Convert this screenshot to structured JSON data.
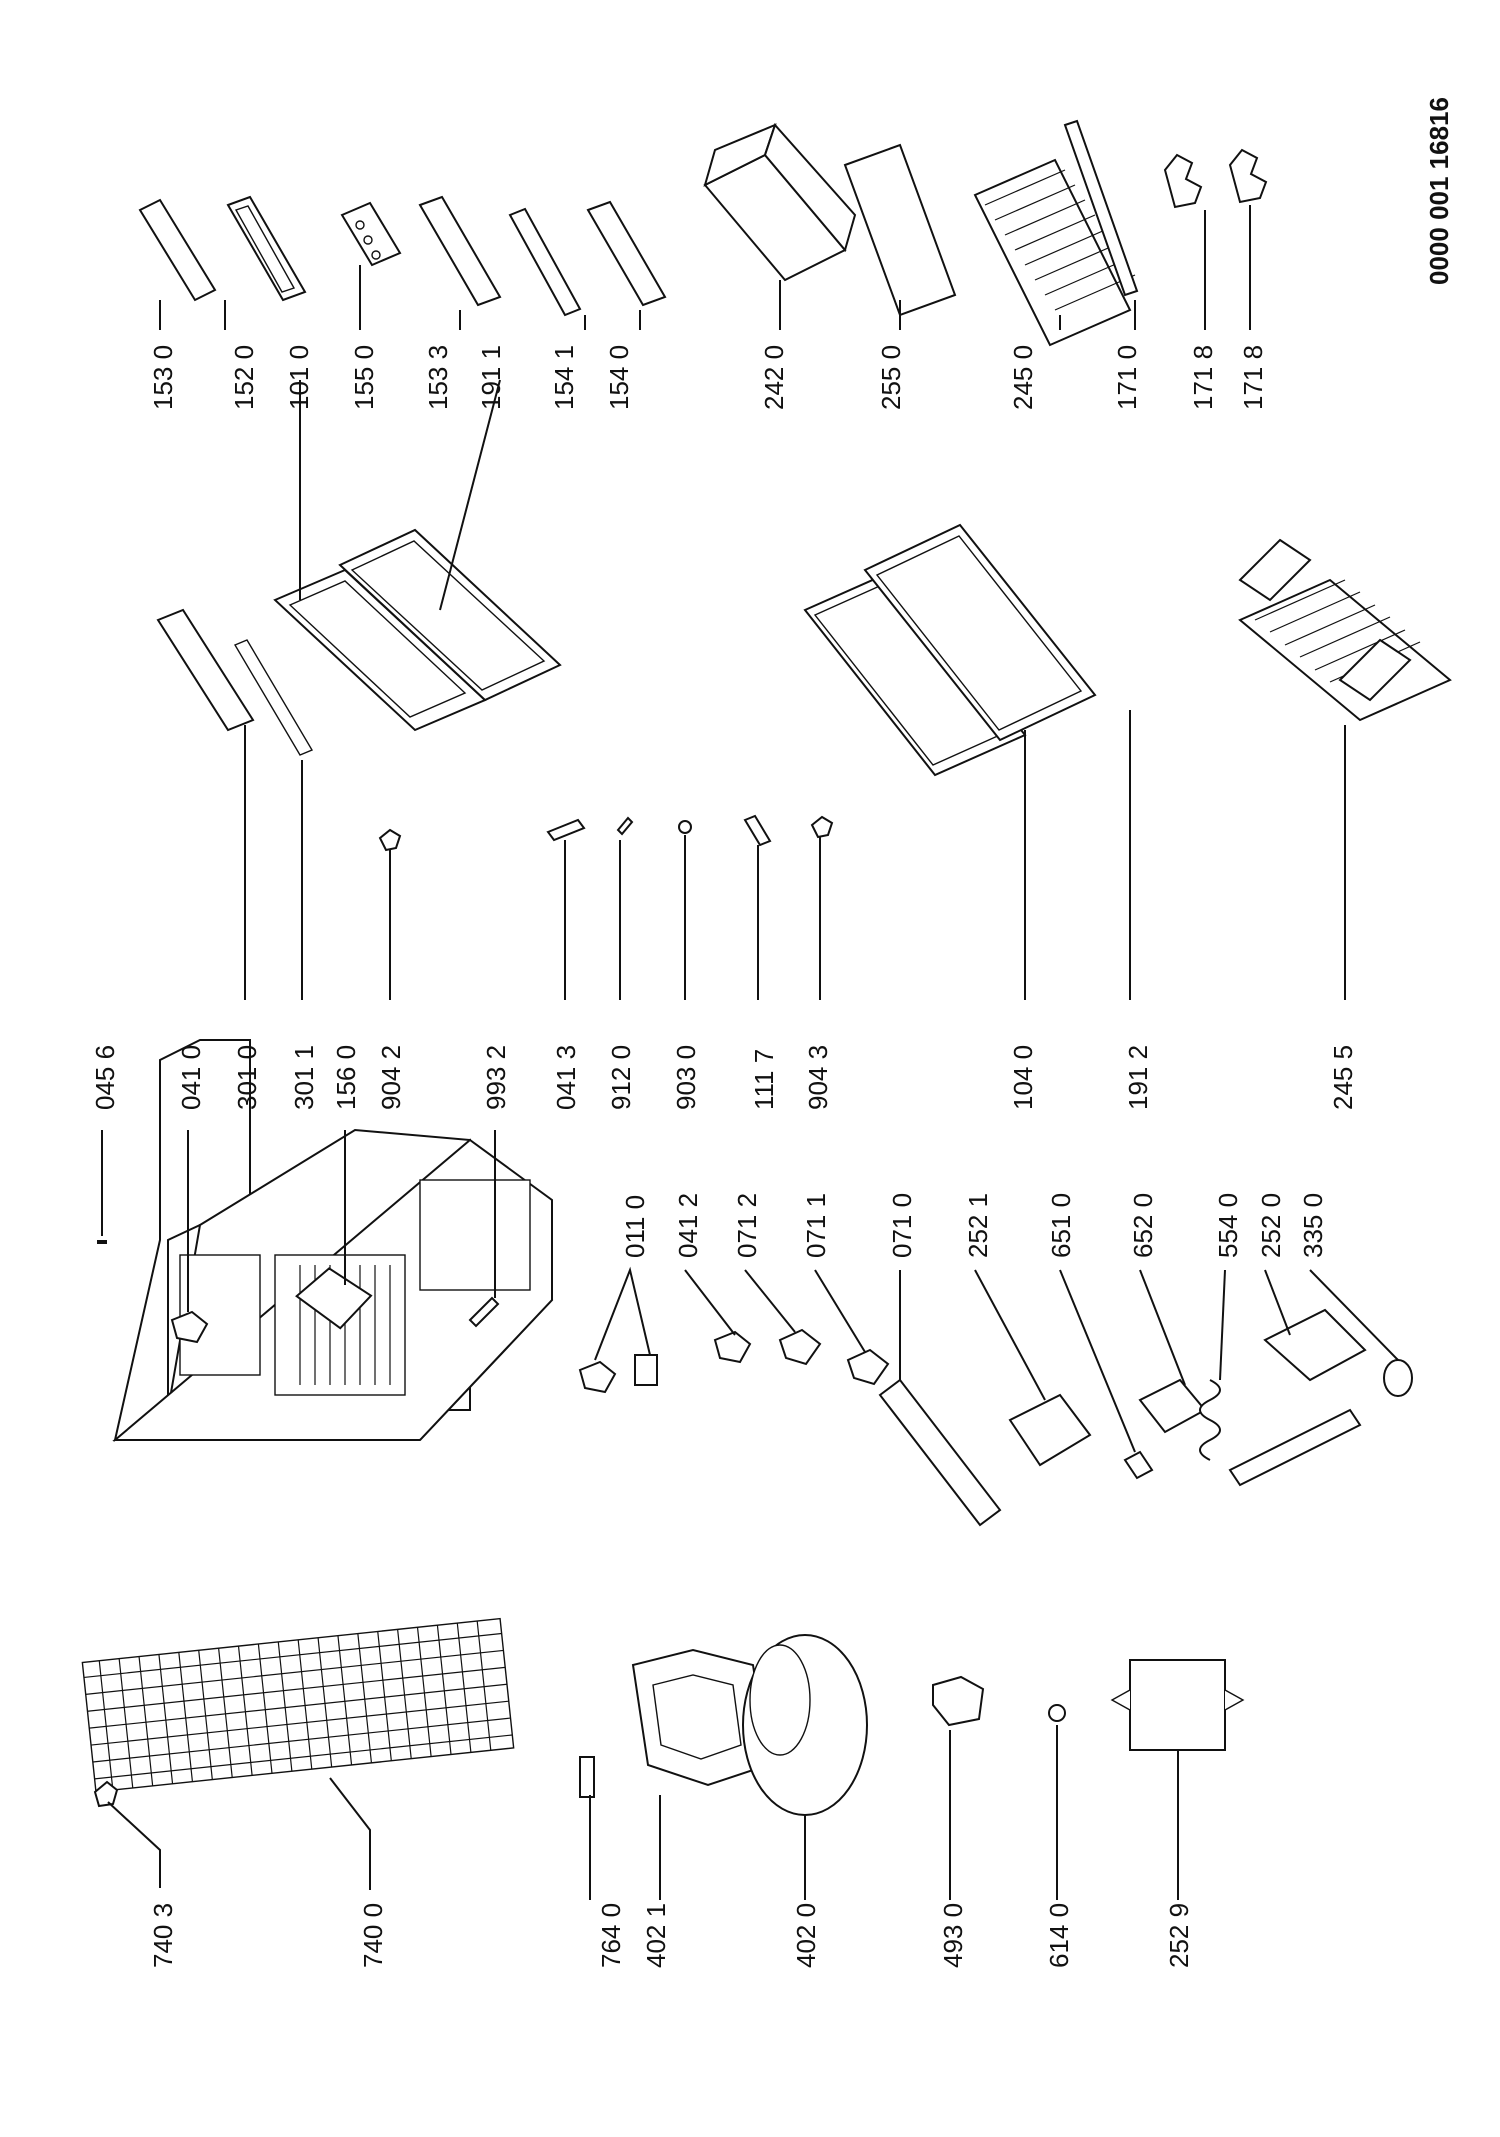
{
  "document_id": "0000 001 16816",
  "part_labels": [
    "740 3",
    "740 0",
    "764 0",
    "402 1",
    "402 0",
    "493 0",
    "614 0",
    "252 9",
    "045 6",
    "041 0",
    "301 0",
    "301 1",
    "156 0",
    "904 2",
    "993 2",
    "041 3",
    "912 0",
    "903 0",
    "111 7",
    "904 3",
    "104 0",
    "191 2",
    "245 5",
    "011 0",
    "041 2",
    "071 2",
    "071 1",
    "071 0",
    "252 1",
    "651 0",
    "652 0",
    "554 0",
    "252 0",
    "335 0",
    "153 0",
    "152 0",
    "101 0",
    "155 0",
    "153 3",
    "191 1",
    "154 1",
    "154 0",
    "242 0",
    "255 0",
    "245 0",
    "171 0",
    "171 8",
    "171 8"
  ]
}
